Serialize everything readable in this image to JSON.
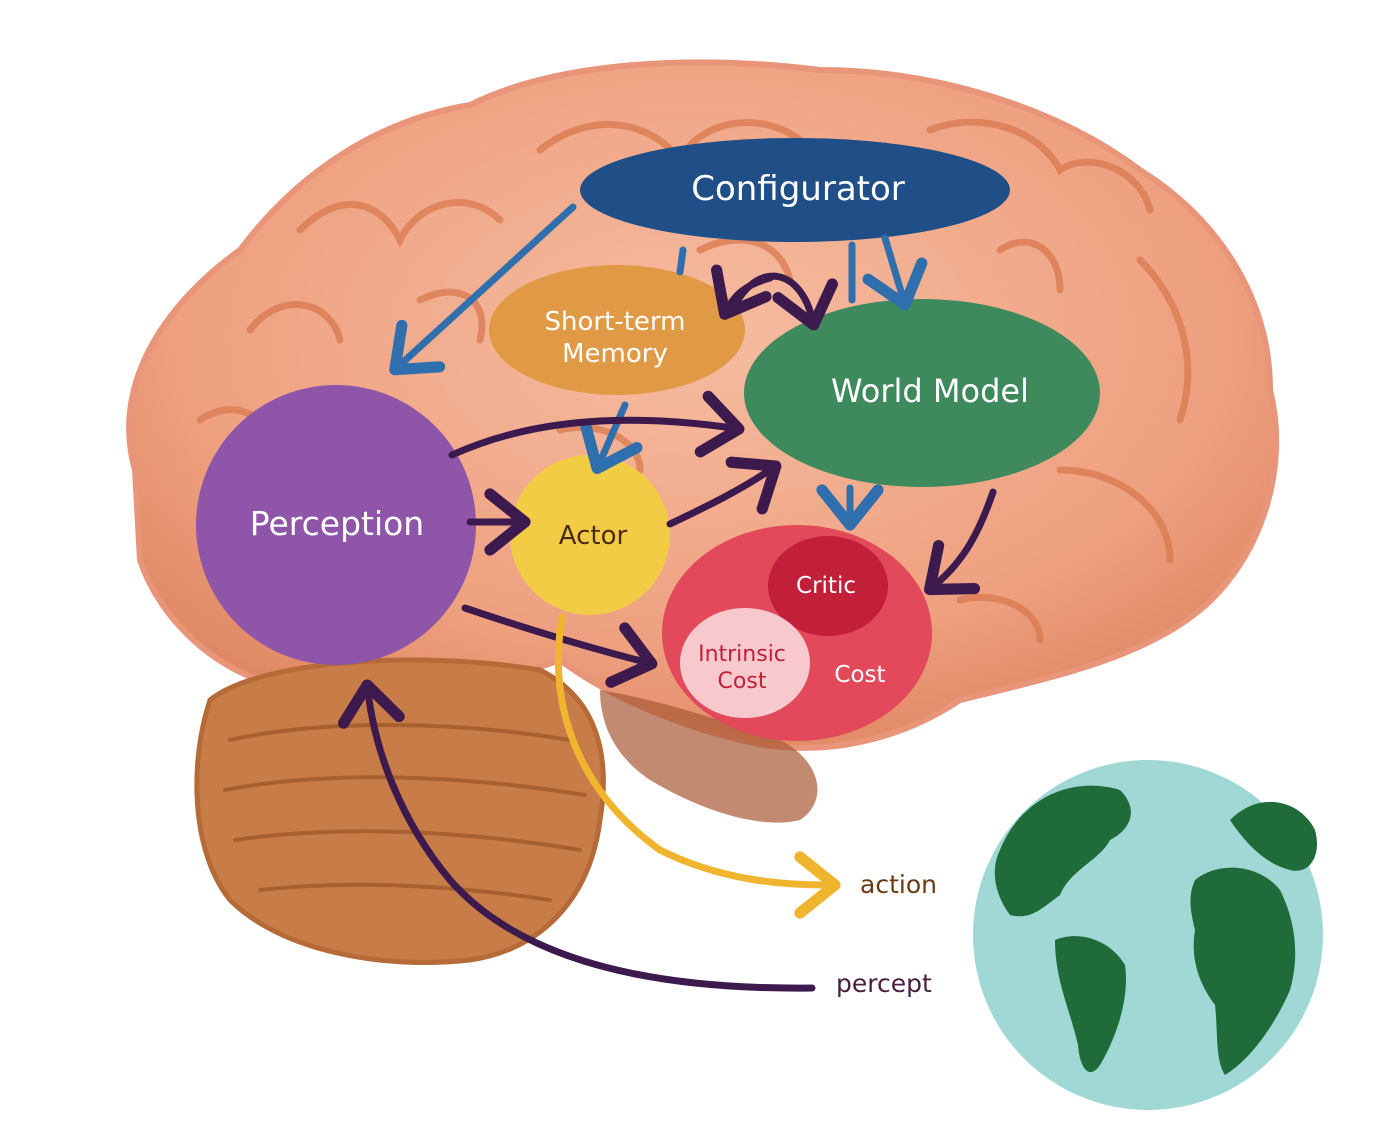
{
  "modules": {
    "configurator": "Configurator",
    "short_term_memory_line1": "Short-term",
    "short_term_memory_line2": "Memory",
    "world_model": "World Model",
    "perception": "Perception",
    "actor": "Actor",
    "critic": "Critic",
    "intrinsic_cost_line1": "Intrinsic",
    "intrinsic_cost_line2": "Cost",
    "cost": "Cost"
  },
  "io": {
    "action": "action",
    "percept": "percept"
  },
  "colors": {
    "configurator": "#1f4f86",
    "short_term_memory": "#e09a45",
    "world_model": "#3e8a5c",
    "perception": "#8e55a8",
    "actor": "#f3cc45",
    "cost": "#e2495a",
    "critic": "#c21f38",
    "intrinsic_cost": "#f7c9cc",
    "blue_arrow": "#2f6fae",
    "purple_arrow": "#3d1a4e",
    "action_arrow": "#f0b52e",
    "brain": "#f2a98c",
    "cerebellum": "#c47a46",
    "globe_water": "#9fd8d4",
    "globe_land": "#1f6b3a"
  }
}
